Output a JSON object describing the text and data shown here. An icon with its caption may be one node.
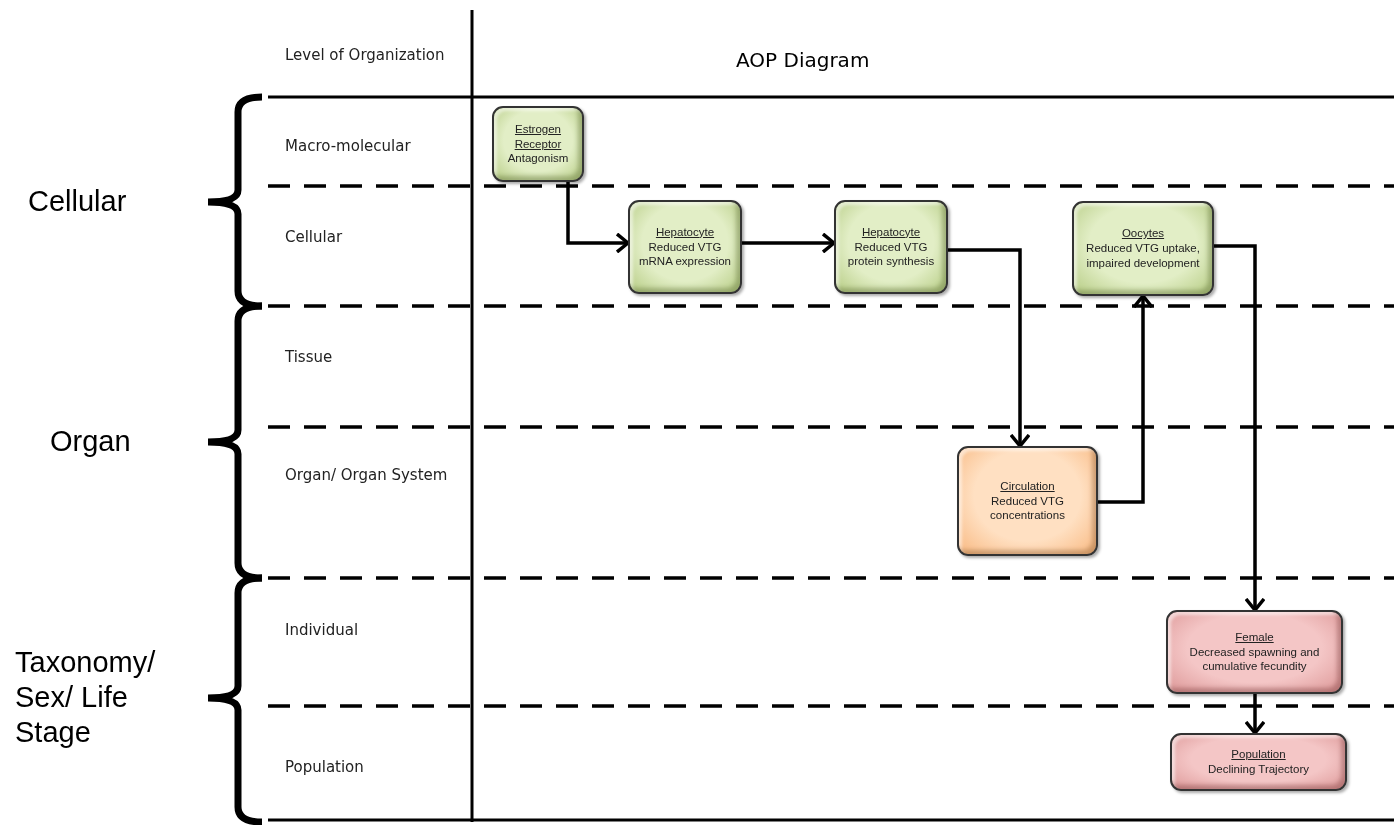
{
  "diagram": {
    "title": "AOP Diagram",
    "nodes": [
      {
        "text": [
          "Estrogen Receptor",
          "Antagonism"
        ]
      },
      {
        "text": [
          "Hepatocyte",
          "Reduced VTG mRNA expression"
        ]
      },
      {
        "text": [
          "Hepatocyte",
          "Reduced VTG protein synthesis"
        ]
      },
      {
        "text": [
          "Oocytes",
          "Reduced VTG uptake, impaired development"
        ]
      },
      {
        "text": [
          "Circulation",
          "Reduced VTG concentrations"
        ]
      },
      {
        "text": [
          "Female",
          "Decreased spawning and cumulative fecundity"
        ]
      },
      {
        "text": [
          "Population",
          "Declining Trajectory"
        ]
      }
    ],
    "edges": [
      {
        "from": 0,
        "to": 1,
        "arrow": "to"
      },
      {
        "from": 1,
        "to": 2,
        "arrow": "to"
      },
      {
        "from": 2,
        "to": 4,
        "arrow": "to"
      },
      {
        "from": 4,
        "to": 3,
        "arrow": "to"
      },
      {
        "from": 3,
        "to": 5,
        "arrow": "to"
      },
      {
        "from": 5,
        "to": 6,
        "arrow": "to"
      }
    ],
    "labels": [
      "Level of Organization",
      "Macro-molecular",
      "Cellular",
      "Tissue",
      "Organ/ Organ System",
      "Individual",
      "Population",
      "Cellular",
      "Organ",
      "Taxonomy/ Sex/ Life Stage"
    ]
  }
}
